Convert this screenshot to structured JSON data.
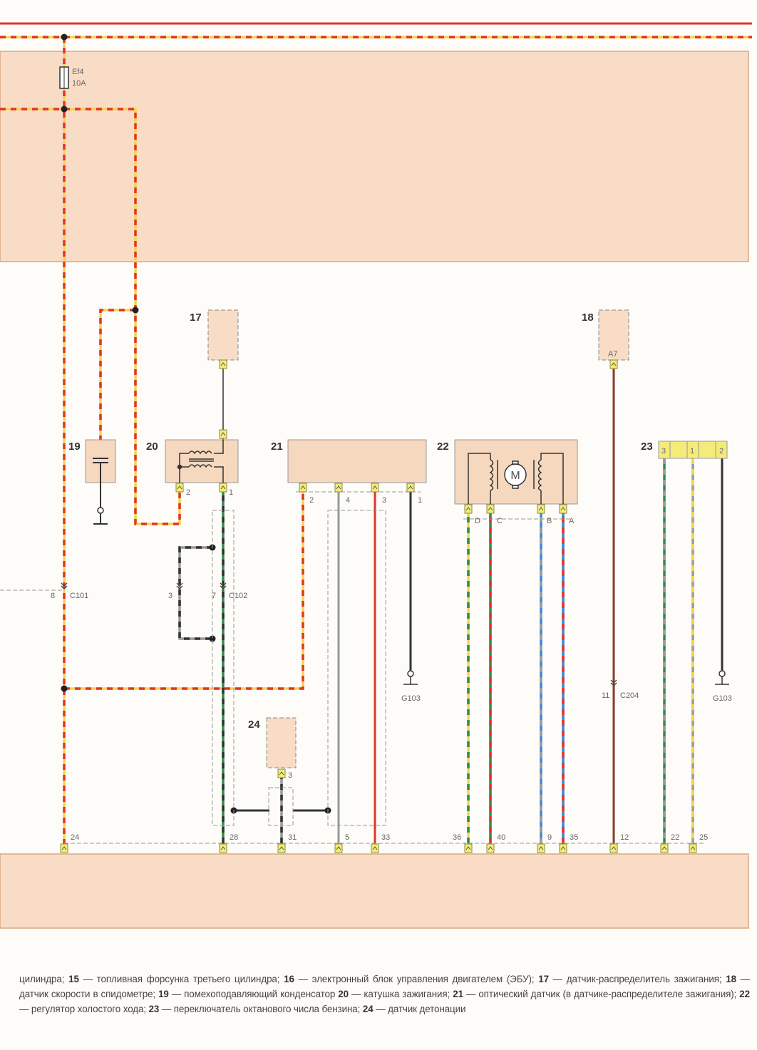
{
  "fuse": {
    "id": "Ef4",
    "rating": "10A"
  },
  "components": {
    "c17": "17",
    "c18": "18",
    "c19": "19",
    "c20": "20",
    "c21": "21",
    "c22": "22",
    "c23": "23",
    "c24": "24"
  },
  "component_pins": {
    "c20": [
      "2",
      "1"
    ],
    "c21": [
      "2",
      "4",
      "3",
      "1"
    ],
    "c22": [
      "D",
      "C",
      "B",
      "A"
    ],
    "c23": [
      "3",
      "1",
      "2"
    ],
    "c24": "3",
    "c18": "A7",
    "c22_motor": "M"
  },
  "connectors": {
    "c101": {
      "name": "C101",
      "pin": "8"
    },
    "c102": {
      "name": "C102",
      "pins": [
        "3",
        "7"
      ]
    },
    "c204": {
      "name": "C204",
      "pin": "11"
    }
  },
  "grounds": {
    "g1": "G103",
    "g2": "G103"
  },
  "ecu_pins": [
    "24",
    "28",
    "31",
    "5",
    "33",
    "36",
    "40",
    "9",
    "35",
    "12",
    "22",
    "25"
  ],
  "wire_colors": {
    "red": "#e0342c",
    "yellow": "#f2d64a",
    "green": "#2e8a45",
    "black": "#333333",
    "grey": "#9a9a9a",
    "blue": "#3a86d6",
    "brown": "#8a3a2a",
    "panel": "#f9dcc6"
  },
  "caption": [
    {
      "t": "цилиндра; "
    },
    {
      "b": "15"
    },
    {
      "t": " — топливная форсунка третьего цилиндра; "
    },
    {
      "b": "16"
    },
    {
      "t": " — электронный блок управления двигателем (ЭБУ); "
    },
    {
      "b": "17"
    },
    {
      "t": " — датчик-распределитель зажигания; "
    },
    {
      "b": "18"
    },
    {
      "t": " — датчик скорости в спидометре; "
    },
    {
      "b": "19"
    },
    {
      "t": " — помехоподавляющий конденсатор "
    },
    {
      "b": "20"
    },
    {
      "t": " — катушка зажигания; "
    },
    {
      "b": "21"
    },
    {
      "t": " — оптический датчик (в датчике-распределителе зажигания); "
    },
    {
      "b": "22"
    },
    {
      "t": " — регулятор холостого хода; "
    },
    {
      "b": "23"
    },
    {
      "t": " — переключатель октанового числа бензина; "
    },
    {
      "b": "24"
    },
    {
      "t": " — датчик детонации"
    }
  ]
}
